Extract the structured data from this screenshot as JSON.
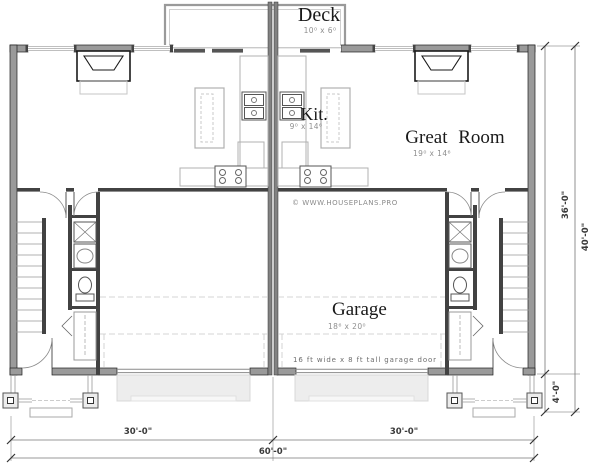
{
  "labels": {
    "deck": {
      "name": "Deck",
      "dims": "10⁰ x 6⁰"
    },
    "kitchen": {
      "name": "Kit.",
      "dims": "9⁰ x 14⁶"
    },
    "great_room": {
      "name": "Great Room",
      "dims": "19⁰ x 14⁶"
    },
    "garage": {
      "name": "Garage",
      "dims": "18⁶ x 20⁰"
    }
  },
  "notes": {
    "copyright": "© WWW.HOUSEPLANS.PRO",
    "garage_door": "16 ft wide x 8 ft tall garage door"
  },
  "dimensions": {
    "bottom_left": "30'-0\"",
    "bottom_right": "30'-0\"",
    "bottom_total": "60'-0\"",
    "side_main": "36'-0\"",
    "side_porch": "4'-0\"",
    "side_total": "40'-0\""
  },
  "colors": {
    "wall_fill": "#9a9a9a",
    "interior_wall": "#424242",
    "fixture_light": "#b0b0b0",
    "dash": "#c9c9c9",
    "dim_line": "#777777"
  }
}
